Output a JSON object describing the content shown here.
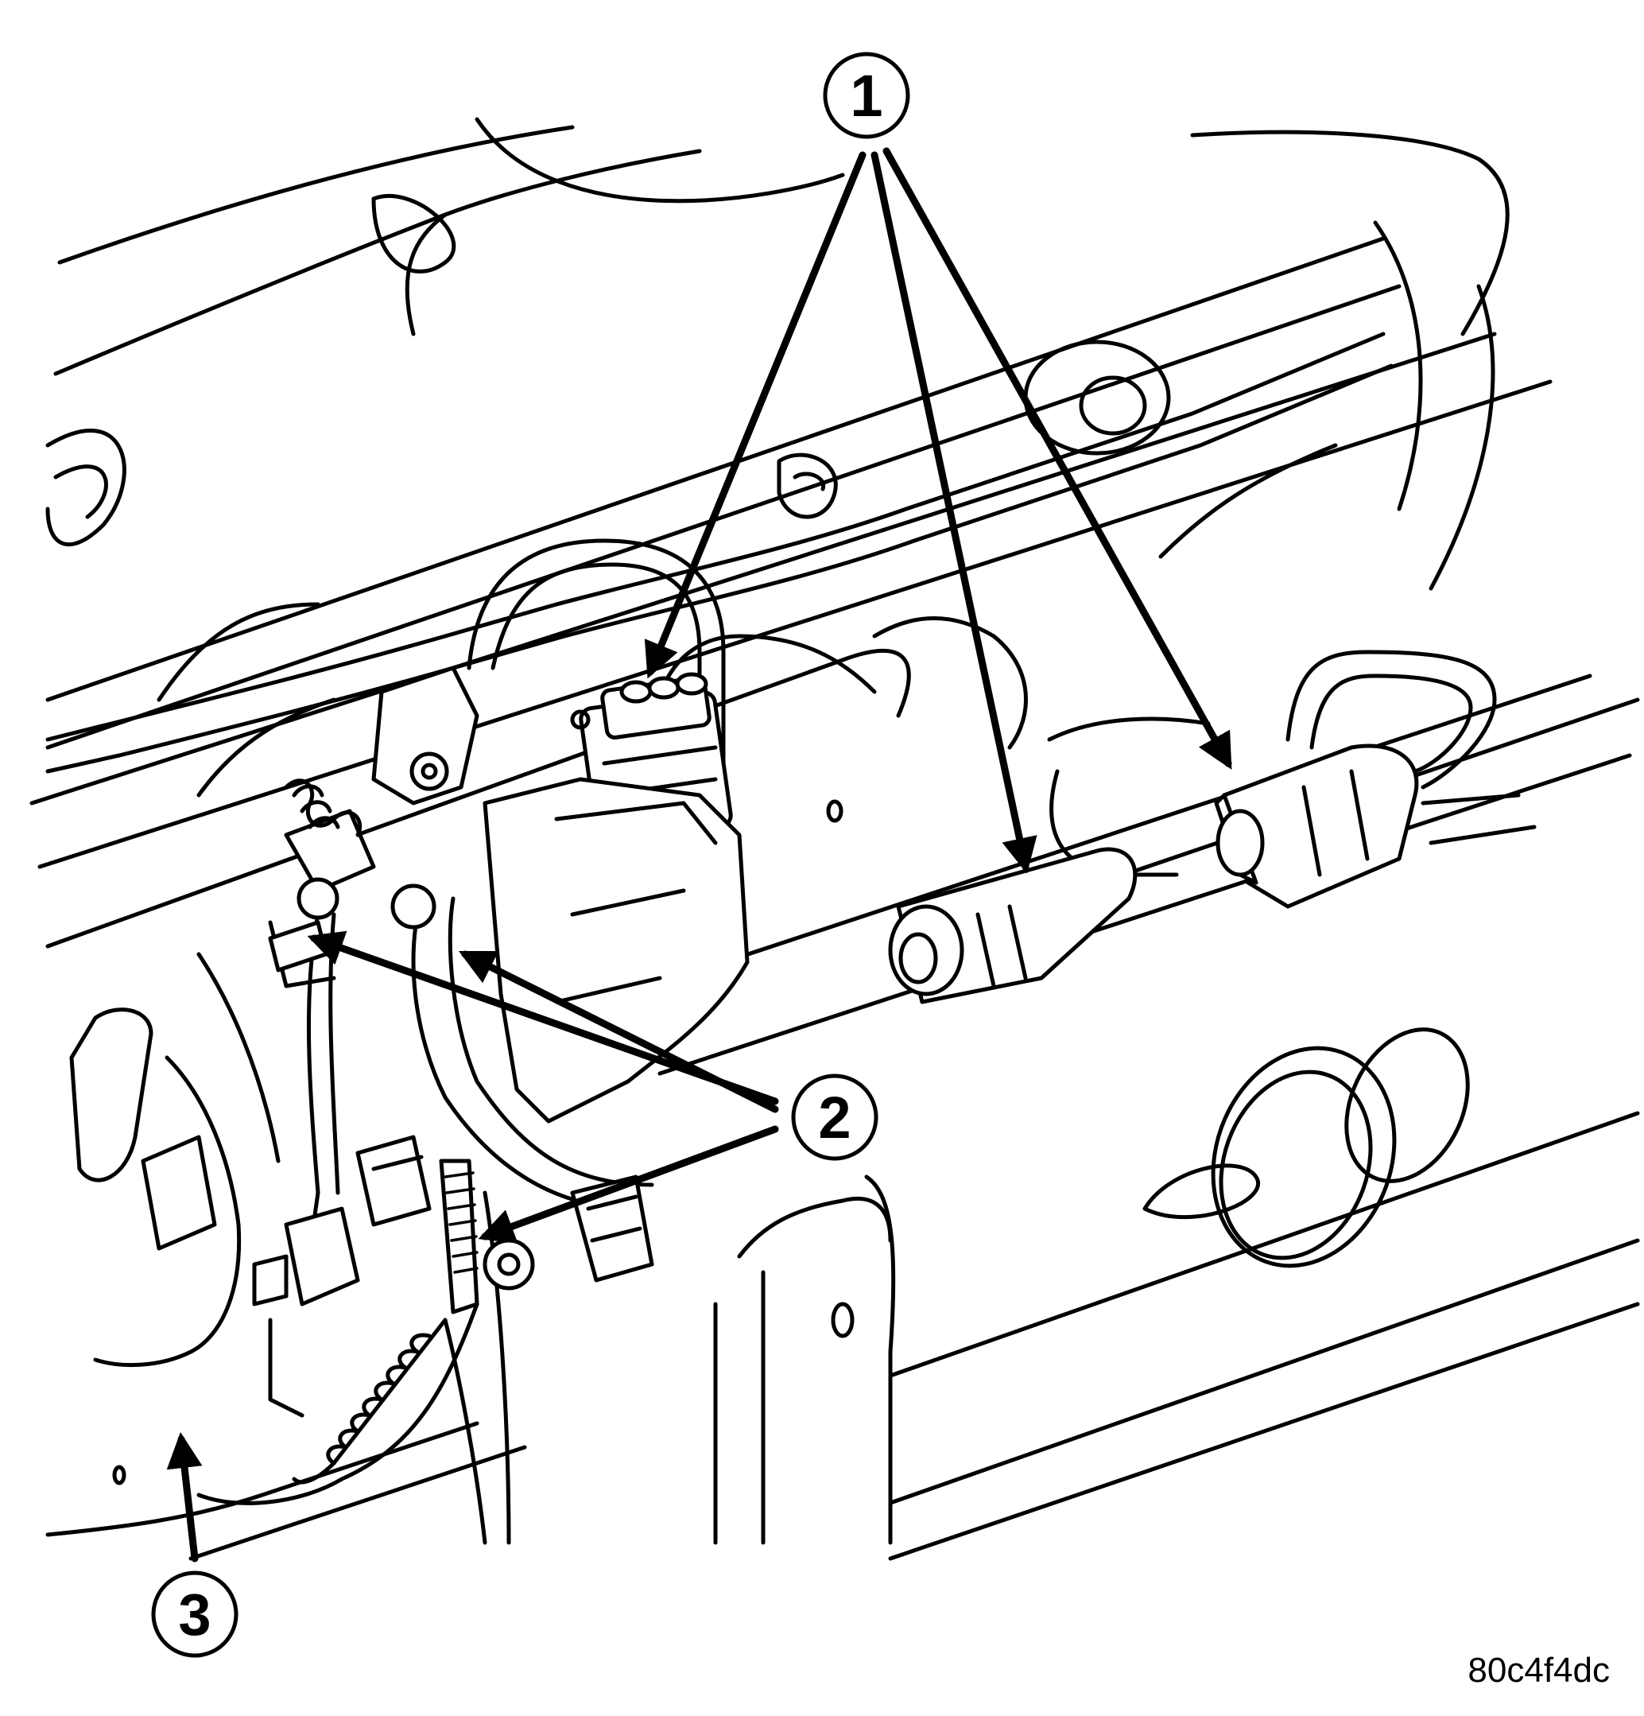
{
  "figure": {
    "figure_id": "80c4f4dc",
    "callouts": [
      {
        "number": "1"
      },
      {
        "number": "2"
      },
      {
        "number": "3"
      }
    ]
  }
}
